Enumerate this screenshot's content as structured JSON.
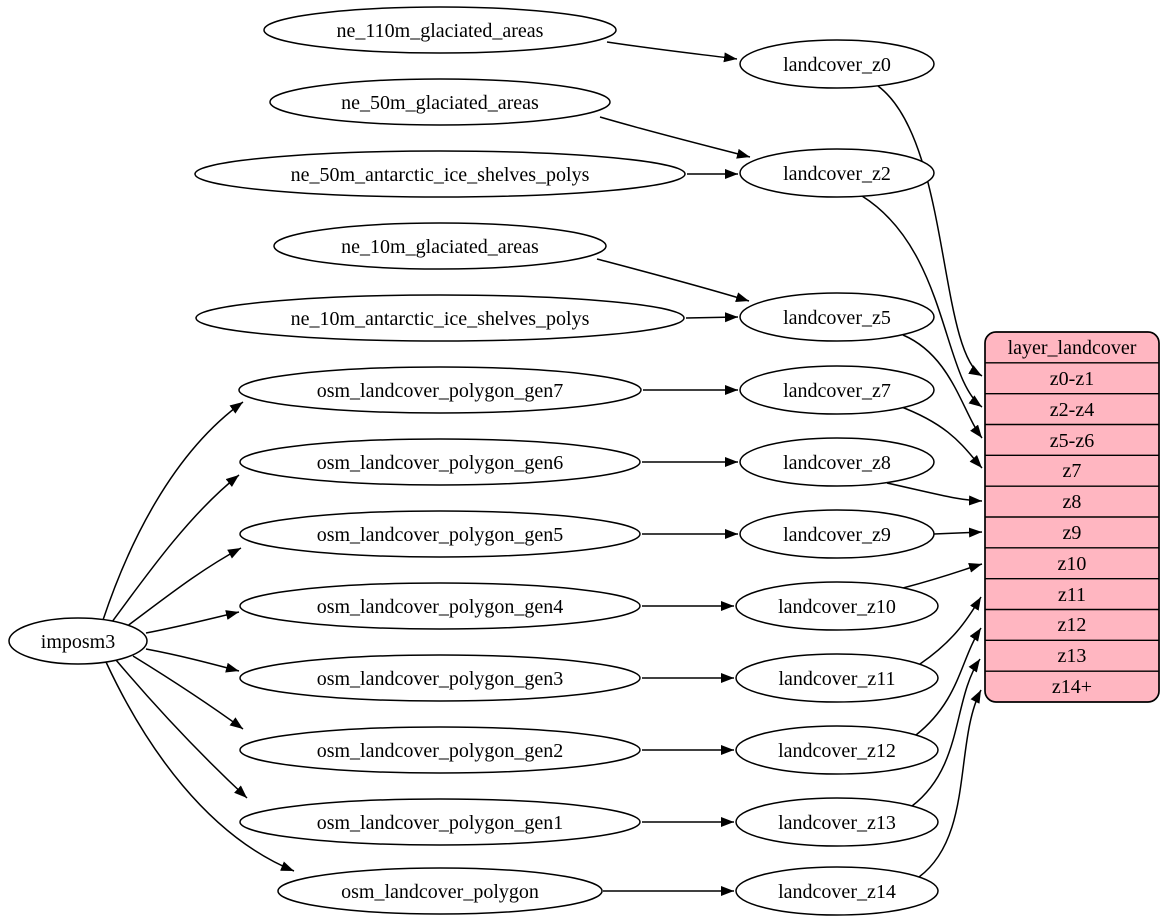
{
  "diagram_type": "graphviz-dataflow",
  "colors": {
    "table_fill": "#ffb6c1",
    "node_fill": "#ffffff",
    "stroke": "#000000",
    "background": "#ffffff"
  },
  "nodes": {
    "imposm3": "imposm3",
    "ne110m": "ne_110m_glaciated_areas",
    "ne50m_glac": "ne_50m_glaciated_areas",
    "ne50m_ice": "ne_50m_antarctic_ice_shelves_polys",
    "ne10m_glac": "ne_10m_glaciated_areas",
    "ne10m_ice": "ne_10m_antarctic_ice_shelves_polys",
    "gen7": "osm_landcover_polygon_gen7",
    "gen6": "osm_landcover_polygon_gen6",
    "gen5": "osm_landcover_polygon_gen5",
    "gen4": "osm_landcover_polygon_gen4",
    "gen3": "osm_landcover_polygon_gen3",
    "gen2": "osm_landcover_polygon_gen2",
    "gen1": "osm_landcover_polygon_gen1",
    "poly": "osm_landcover_polygon",
    "z0": "landcover_z0",
    "z2": "landcover_z2",
    "z5": "landcover_z5",
    "z7": "landcover_z7",
    "z8": "landcover_z8",
    "z9": "landcover_z9",
    "z10": "landcover_z10",
    "z11": "landcover_z11",
    "z12": "landcover_z12",
    "z13": "landcover_z13",
    "z14": "landcover_z14"
  },
  "table": {
    "title": "layer_landcover",
    "rows": [
      "z0-z1",
      "z2-z4",
      "z5-z6",
      "z7",
      "z8",
      "z9",
      "z10",
      "z11",
      "z12",
      "z13",
      "z14+"
    ]
  },
  "edges": [
    {
      "from": "ne_110m_glaciated_areas",
      "to": "landcover_z0"
    },
    {
      "from": "ne_50m_glaciated_areas",
      "to": "landcover_z2"
    },
    {
      "from": "ne_50m_antarctic_ice_shelves_polys",
      "to": "landcover_z2"
    },
    {
      "from": "ne_10m_glaciated_areas",
      "to": "landcover_z5"
    },
    {
      "from": "ne_10m_antarctic_ice_shelves_polys",
      "to": "landcover_z5"
    },
    {
      "from": "imposm3",
      "to": "osm_landcover_polygon_gen7"
    },
    {
      "from": "imposm3",
      "to": "osm_landcover_polygon_gen6"
    },
    {
      "from": "imposm3",
      "to": "osm_landcover_polygon_gen5"
    },
    {
      "from": "imposm3",
      "to": "osm_landcover_polygon_gen4"
    },
    {
      "from": "imposm3",
      "to": "osm_landcover_polygon_gen3"
    },
    {
      "from": "imposm3",
      "to": "osm_landcover_polygon_gen2"
    },
    {
      "from": "imposm3",
      "to": "osm_landcover_polygon_gen1"
    },
    {
      "from": "imposm3",
      "to": "osm_landcover_polygon"
    },
    {
      "from": "osm_landcover_polygon_gen7",
      "to": "landcover_z7"
    },
    {
      "from": "osm_landcover_polygon_gen6",
      "to": "landcover_z8"
    },
    {
      "from": "osm_landcover_polygon_gen5",
      "to": "landcover_z9"
    },
    {
      "from": "osm_landcover_polygon_gen4",
      "to": "landcover_z10"
    },
    {
      "from": "osm_landcover_polygon_gen3",
      "to": "landcover_z11"
    },
    {
      "from": "osm_landcover_polygon_gen2",
      "to": "landcover_z12"
    },
    {
      "from": "osm_landcover_polygon_gen1",
      "to": "landcover_z13"
    },
    {
      "from": "osm_landcover_polygon",
      "to": "landcover_z14"
    },
    {
      "from": "landcover_z0",
      "to": "layer_landcover:z0-z1"
    },
    {
      "from": "landcover_z2",
      "to": "layer_landcover:z2-z4"
    },
    {
      "from": "landcover_z5",
      "to": "layer_landcover:z5-z6"
    },
    {
      "from": "landcover_z7",
      "to": "layer_landcover:z7"
    },
    {
      "from": "landcover_z8",
      "to": "layer_landcover:z8"
    },
    {
      "from": "landcover_z9",
      "to": "layer_landcover:z9"
    },
    {
      "from": "landcover_z10",
      "to": "layer_landcover:z10"
    },
    {
      "from": "landcover_z11",
      "to": "layer_landcover:z11"
    },
    {
      "from": "landcover_z12",
      "to": "layer_landcover:z12"
    },
    {
      "from": "landcover_z13",
      "to": "layer_landcover:z13"
    },
    {
      "from": "landcover_z14",
      "to": "layer_landcover:z14+"
    }
  ]
}
